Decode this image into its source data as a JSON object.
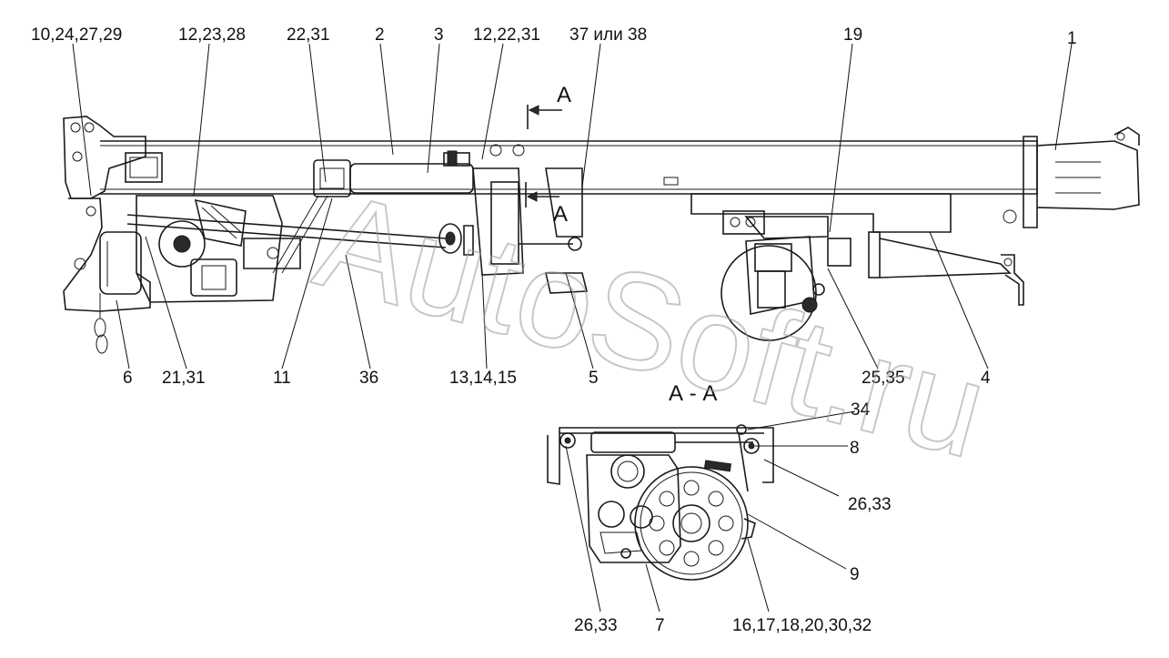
{
  "watermark": "AutoSoft.ru",
  "section_title": "А - А",
  "section_marks": [
    "А",
    "А"
  ],
  "callouts": [
    {
      "id": "c1",
      "text": "10,24,27,29"
    },
    {
      "id": "c2",
      "text": "12,23,28"
    },
    {
      "id": "c3",
      "text": "22,31"
    },
    {
      "id": "c4",
      "text": "2"
    },
    {
      "id": "c5",
      "text": "3"
    },
    {
      "id": "c6",
      "text": "12,22,31"
    },
    {
      "id": "c7",
      "text": "37 или 38"
    },
    {
      "id": "c8",
      "text": "19"
    },
    {
      "id": "c9",
      "text": "1"
    },
    {
      "id": "c10",
      "text": "6"
    },
    {
      "id": "c11",
      "text": "21,31"
    },
    {
      "id": "c12",
      "text": "11"
    },
    {
      "id": "c13",
      "text": "36"
    },
    {
      "id": "c14",
      "text": "13,14,15"
    },
    {
      "id": "c15",
      "text": "5"
    },
    {
      "id": "c16",
      "text": "25,35"
    },
    {
      "id": "c17",
      "text": "4"
    },
    {
      "id": "c18",
      "text": "34"
    },
    {
      "id": "c19",
      "text": "8"
    },
    {
      "id": "c20",
      "text": "26,33"
    },
    {
      "id": "c21",
      "text": "9"
    },
    {
      "id": "c22",
      "text": "26,33"
    },
    {
      "id": "c23",
      "text": "7"
    },
    {
      "id": "c24",
      "text": "16,17,18,20,30,32"
    }
  ]
}
